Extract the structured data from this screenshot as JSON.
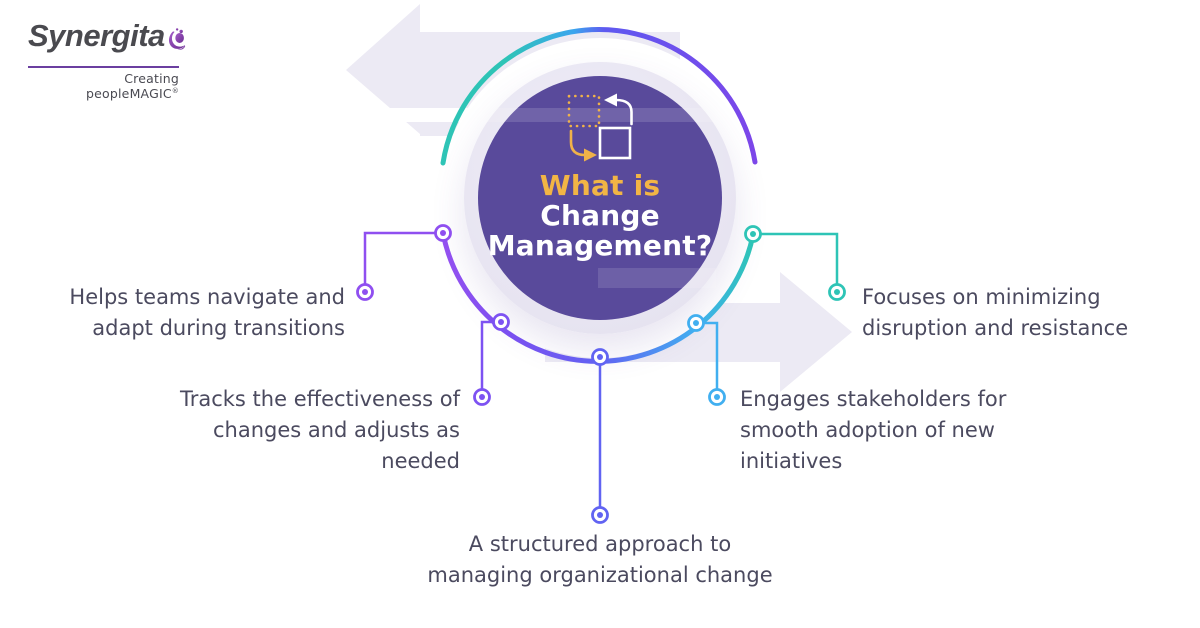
{
  "brand": {
    "name": "Synergita",
    "tagline": "Creating peopleMAGIC",
    "registered_mark": "®",
    "logo_mark": "purple-swirl-icon"
  },
  "center": {
    "icon": "change-swap-icon",
    "title_lines": [
      "What is",
      "Change",
      "Management?"
    ],
    "title_accent_line": "What is"
  },
  "callouts": [
    {
      "id": "helps-teams",
      "position": "left",
      "accent": "#8F4FF0",
      "lines": [
        "Helps teams navigate and",
        "adapt during transitions"
      ]
    },
    {
      "id": "tracks-effectiveness",
      "position": "lower-left",
      "accent": "#7D52F2",
      "lines": [
        "Tracks the effectiveness of",
        "changes and adjusts as",
        "needed"
      ]
    },
    {
      "id": "structured-approach",
      "position": "bottom",
      "accent": "#6163F2",
      "lines": [
        "A structured approach to",
        "managing organizational change"
      ]
    },
    {
      "id": "engages-stakeholders",
      "position": "lower-right",
      "accent": "#41AFF0",
      "lines": [
        "Engages stakeholders for",
        "smooth adoption of new",
        "initiatives"
      ]
    },
    {
      "id": "focuses-minimizing",
      "position": "right",
      "accent": "#2EC4B6",
      "lines": [
        "Focuses on minimizing",
        "disruption and resistance"
      ]
    }
  ],
  "colors": {
    "circle_fill": "#594A9B",
    "circle_halo": "#E7E4F1",
    "title_accent": "#F2B545",
    "title_text": "#FFFFFF",
    "body_text": "#4B4A5F",
    "background_arrow": "#ECEAF4",
    "ring_teal": "#2EC4B6",
    "ring_blue": "#41AFF0",
    "ring_indigo": "#6163F2",
    "ring_purple": "#8F4FF0",
    "icon_orange": "#F0B249"
  },
  "background": {
    "arrows": [
      {
        "direction": "left"
      },
      {
        "direction": "right"
      }
    ]
  }
}
